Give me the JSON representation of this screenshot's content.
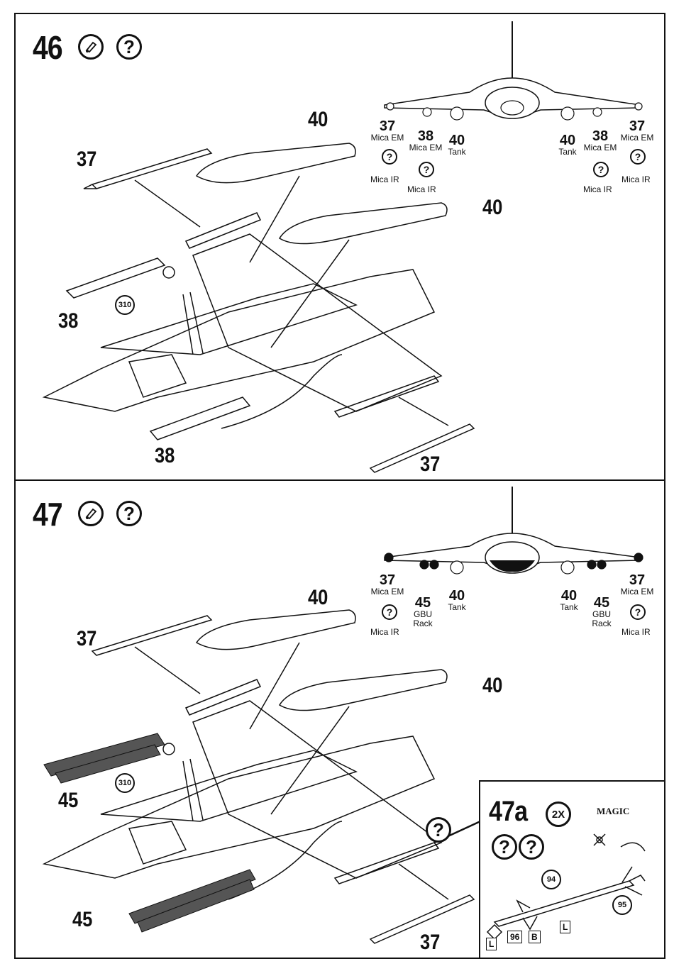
{
  "steps": {
    "s46": {
      "number": "46",
      "question_glyph": "?",
      "callouts": [
        "37",
        "40",
        "40",
        "38",
        "38",
        "37"
      ],
      "ref_310": "310"
    },
    "s47": {
      "number": "47",
      "question_glyph": "?",
      "callouts": [
        "37",
        "40",
        "40",
        "45",
        "45",
        "37"
      ],
      "ref_310": "310",
      "extra_question": "?"
    },
    "s47a": {
      "number": "47a",
      "multiplier": "2X",
      "title": "MAGIC",
      "q1": "?",
      "q2": "?",
      "parts": [
        "94",
        "95"
      ],
      "decals": [
        "L",
        "96",
        "B",
        "L"
      ]
    }
  },
  "loadout46": {
    "left": [
      {
        "num": "37",
        "text": "Mica EM",
        "alt_q": "?",
        "alt_text": "Mica IR"
      },
      {
        "num": "38",
        "text": "Mica EM",
        "alt_q": "?",
        "alt_text": "Mica IR"
      },
      {
        "num": "40",
        "text": "Tank"
      }
    ],
    "right": [
      {
        "num": "40",
        "text": "Tank"
      },
      {
        "num": "38",
        "text": "Mica EM",
        "alt_q": "?",
        "alt_text": "Mica IR"
      },
      {
        "num": "37",
        "text": "Mica EM",
        "alt_q": "?",
        "alt_text": "Mica IR"
      }
    ]
  },
  "loadout47": {
    "left": [
      {
        "num": "37",
        "text": "Mica EM",
        "alt_q": "?",
        "alt_text": "Mica IR"
      },
      {
        "num": "45",
        "text": "GBU",
        "text2": "Rack"
      },
      {
        "num": "40",
        "text": "Tank"
      }
    ],
    "right": [
      {
        "num": "40",
        "text": "Tank"
      },
      {
        "num": "45",
        "text": "GBU",
        "text2": "Rack"
      },
      {
        "num": "37",
        "text": "Mica EM",
        "alt_q": "?",
        "alt_text": "Mica IR"
      }
    ]
  }
}
